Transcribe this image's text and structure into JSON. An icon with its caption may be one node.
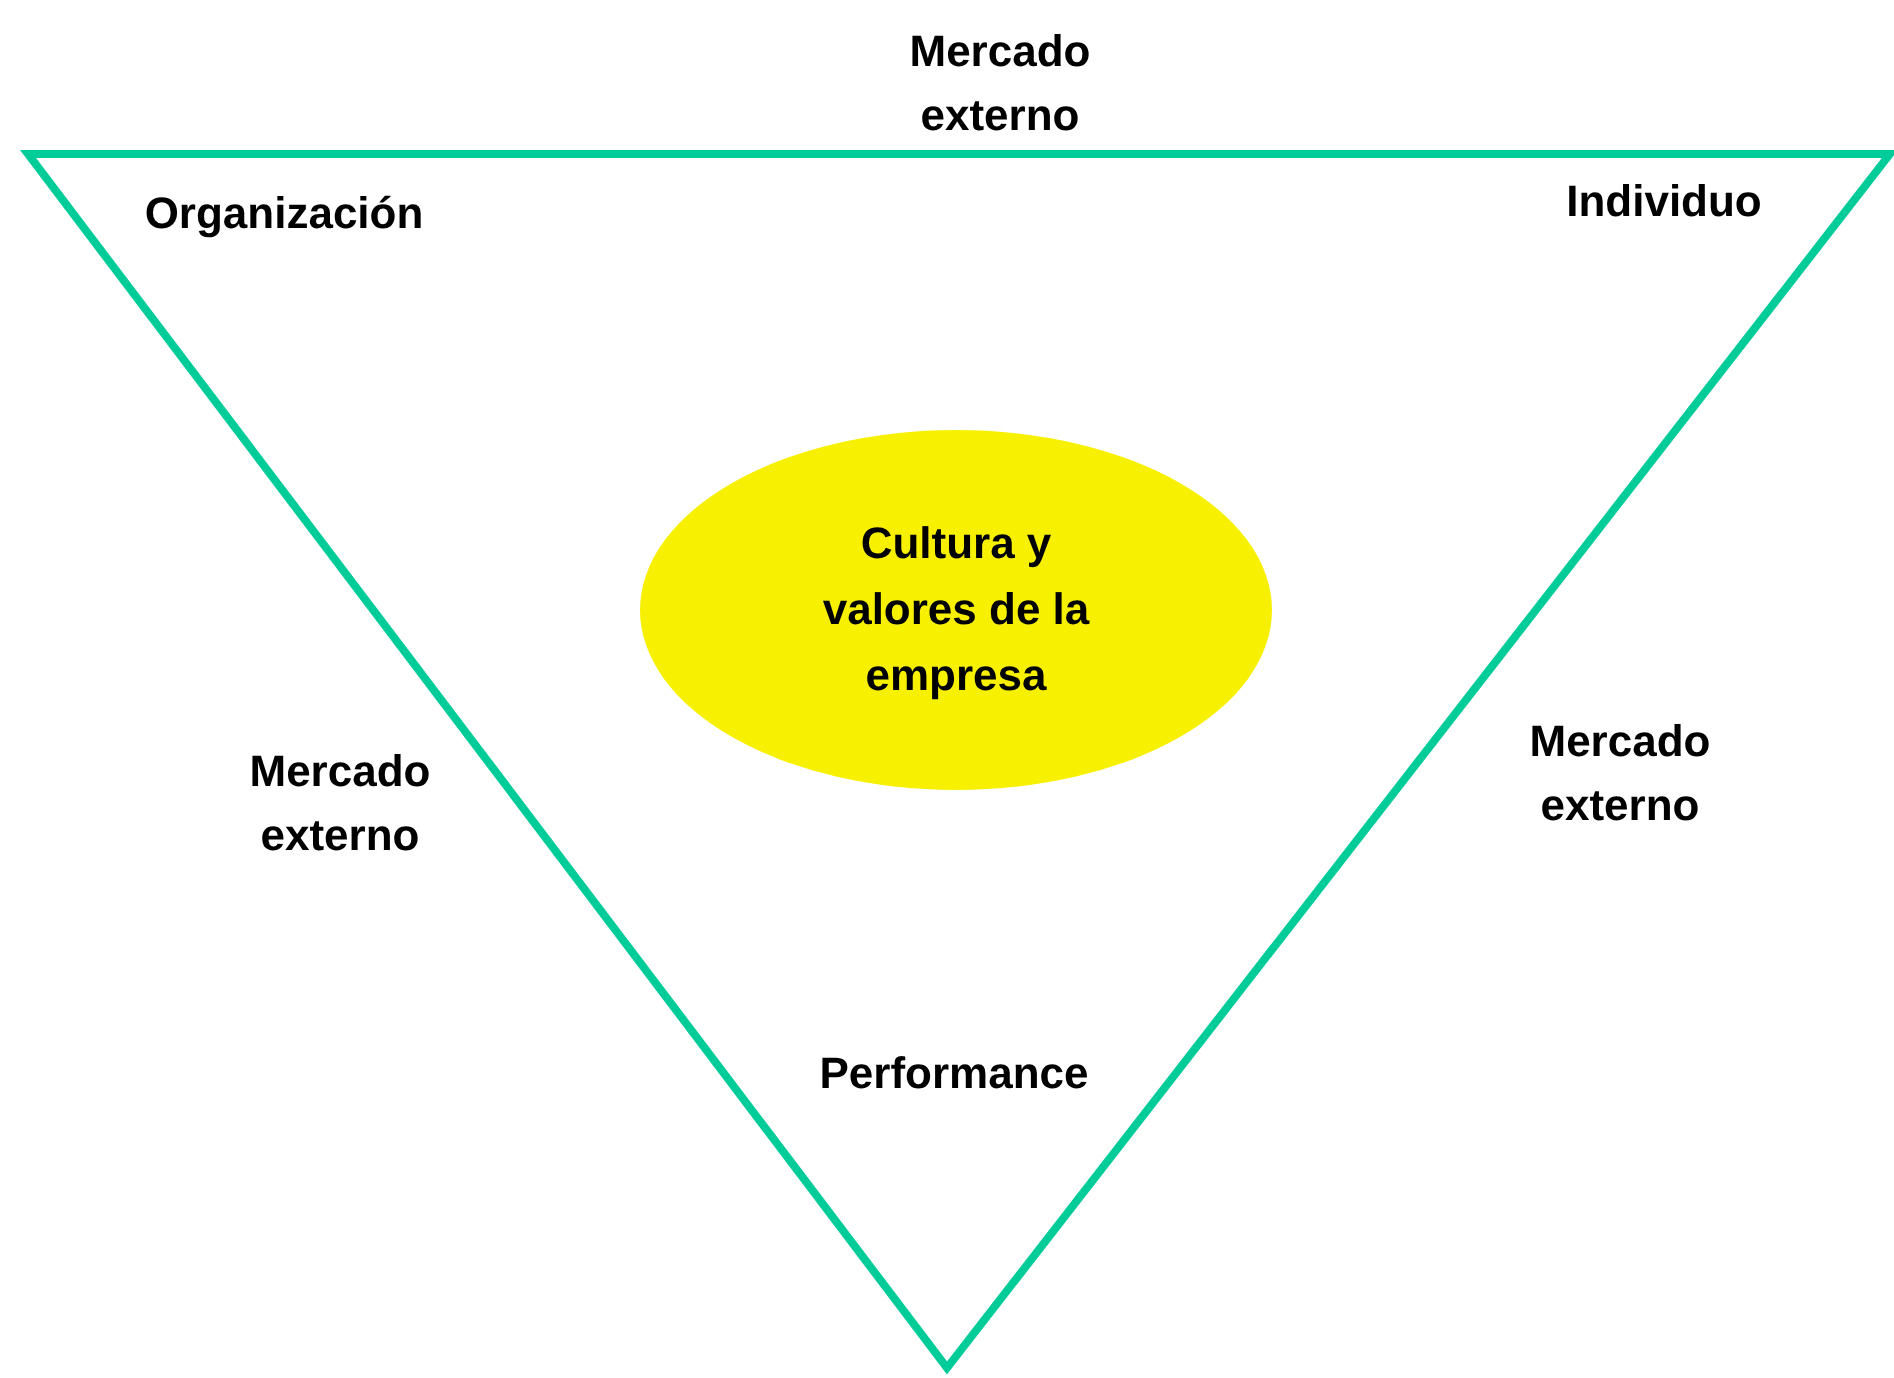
{
  "diagram": {
    "nodes": [
      {
        "text": [
          "Organización",
          "Individuo",
          "Performance"
        ],
        "beside": [
          "Mercado externo",
          "Mercado externo",
          "Mercado externo"
        ]
      },
      {
        "text": [
          "Cultura y valores de la empresa"
        ],
        "in": 0
      }
    ]
  }
}
